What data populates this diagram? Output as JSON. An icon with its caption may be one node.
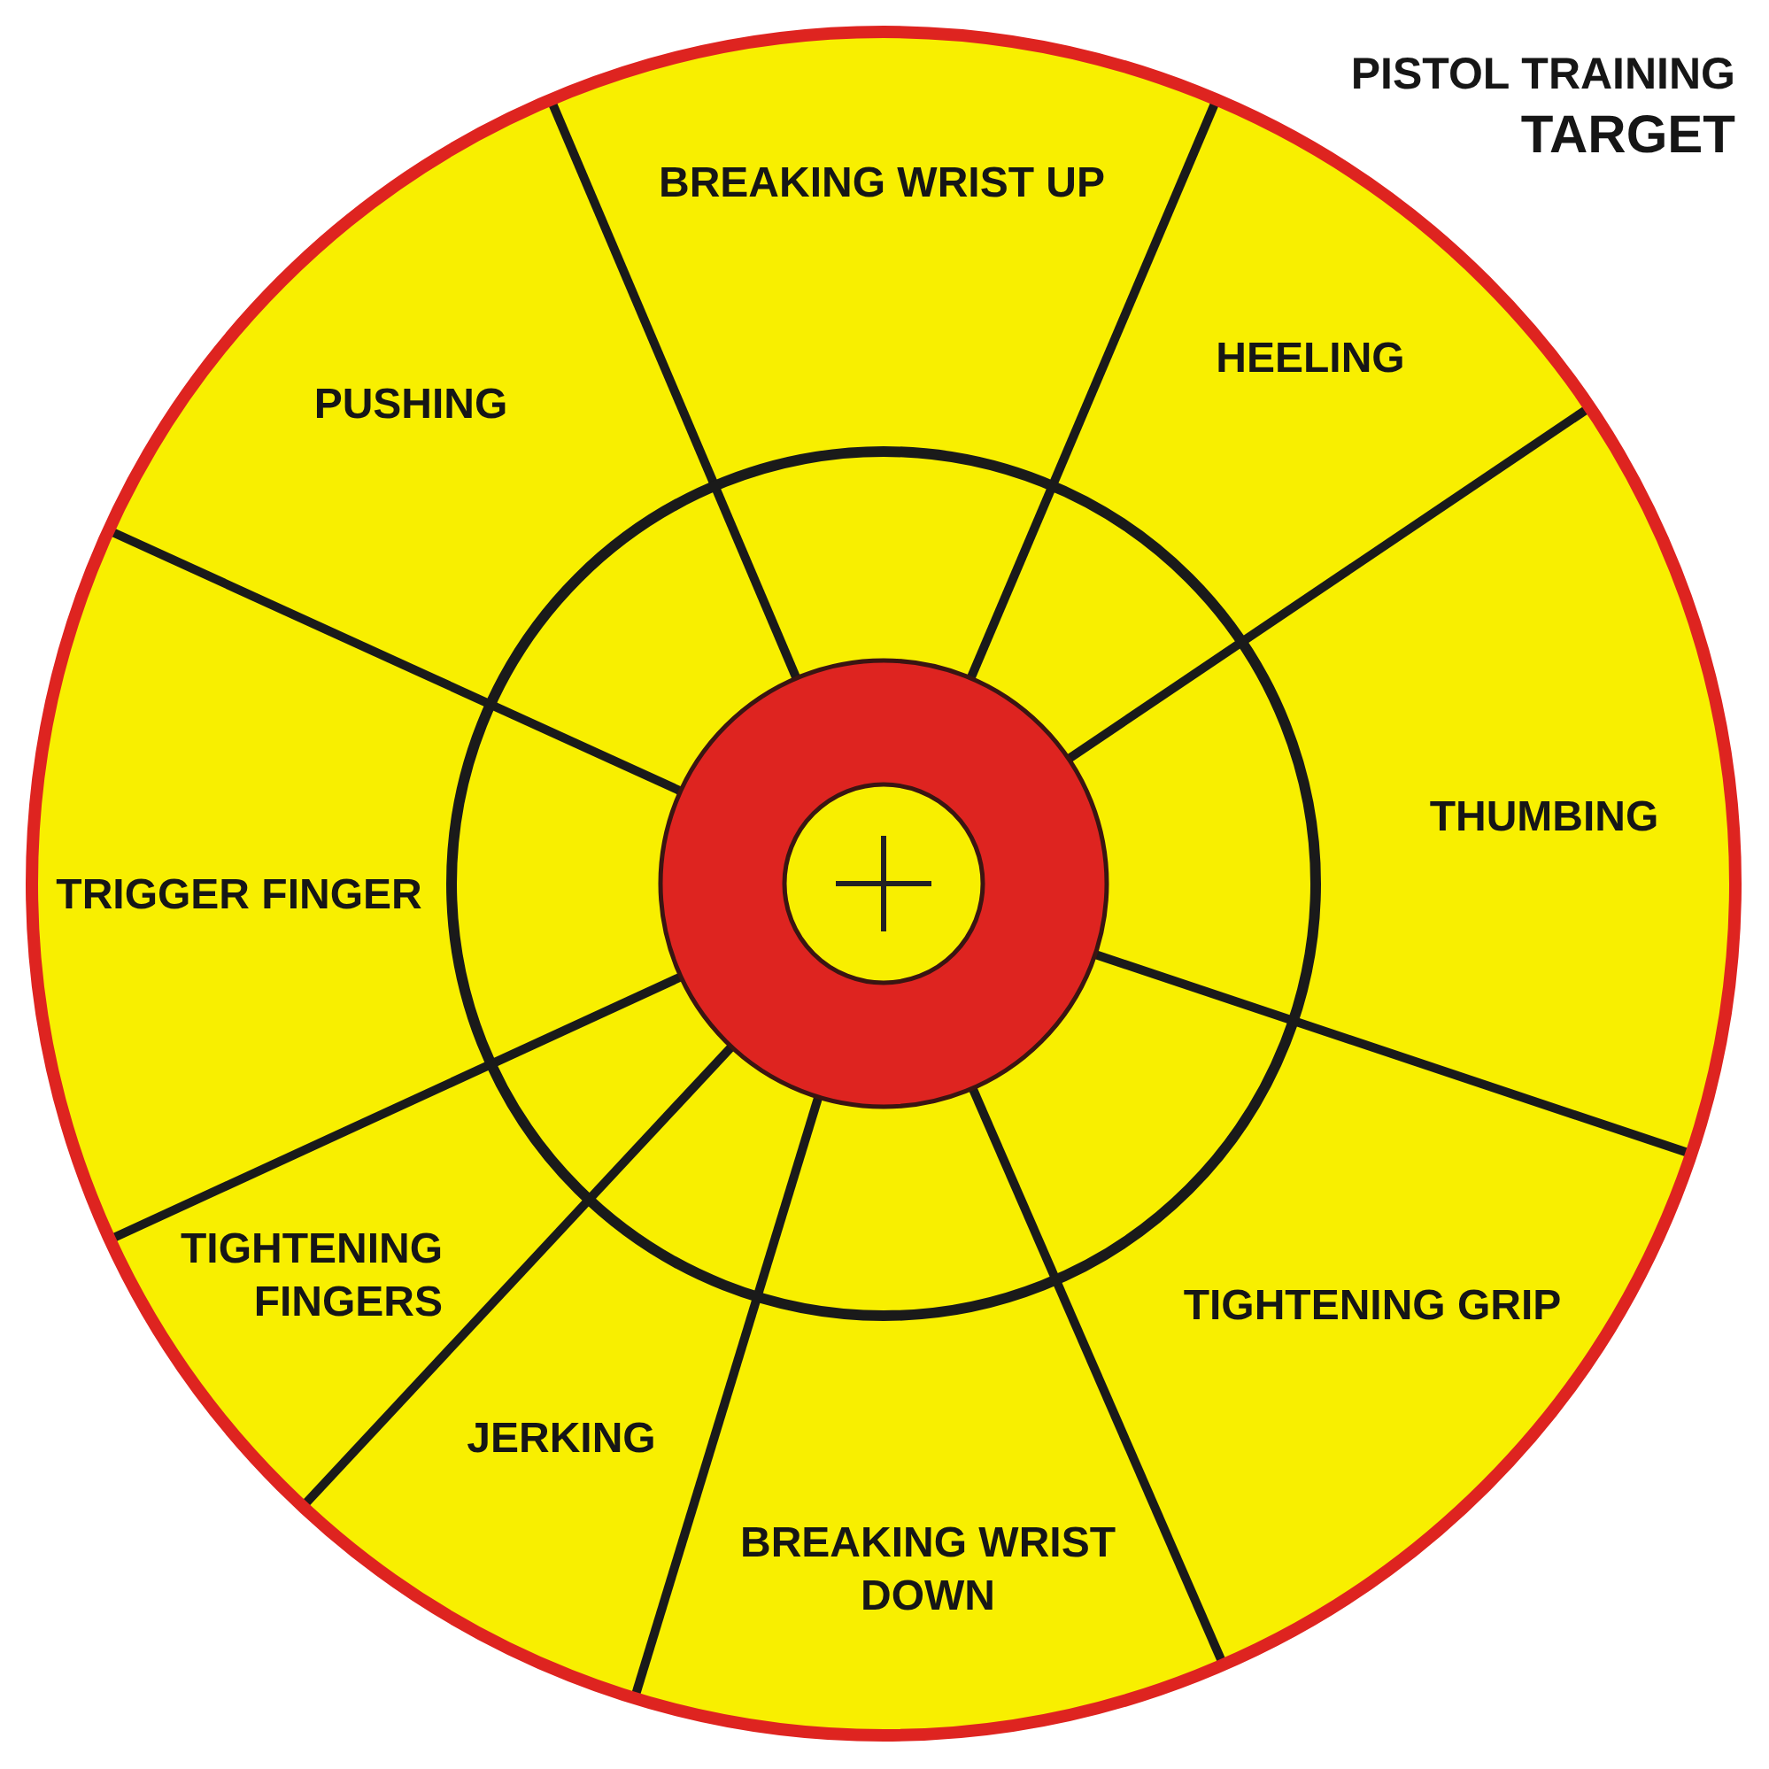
{
  "diagram": {
    "title": "PISTOL TRAINING TARGET",
    "labels": [
      "BREAKING WRIST UP",
      "HEELING",
      "PUSHING",
      "THUMBING",
      "TRIGGER FINGER",
      "TIGHTENING FINGERS",
      "TIGHTENING GRIP",
      "JERKING",
      "BREAKING WRIST DOWN"
    ]
  }
}
